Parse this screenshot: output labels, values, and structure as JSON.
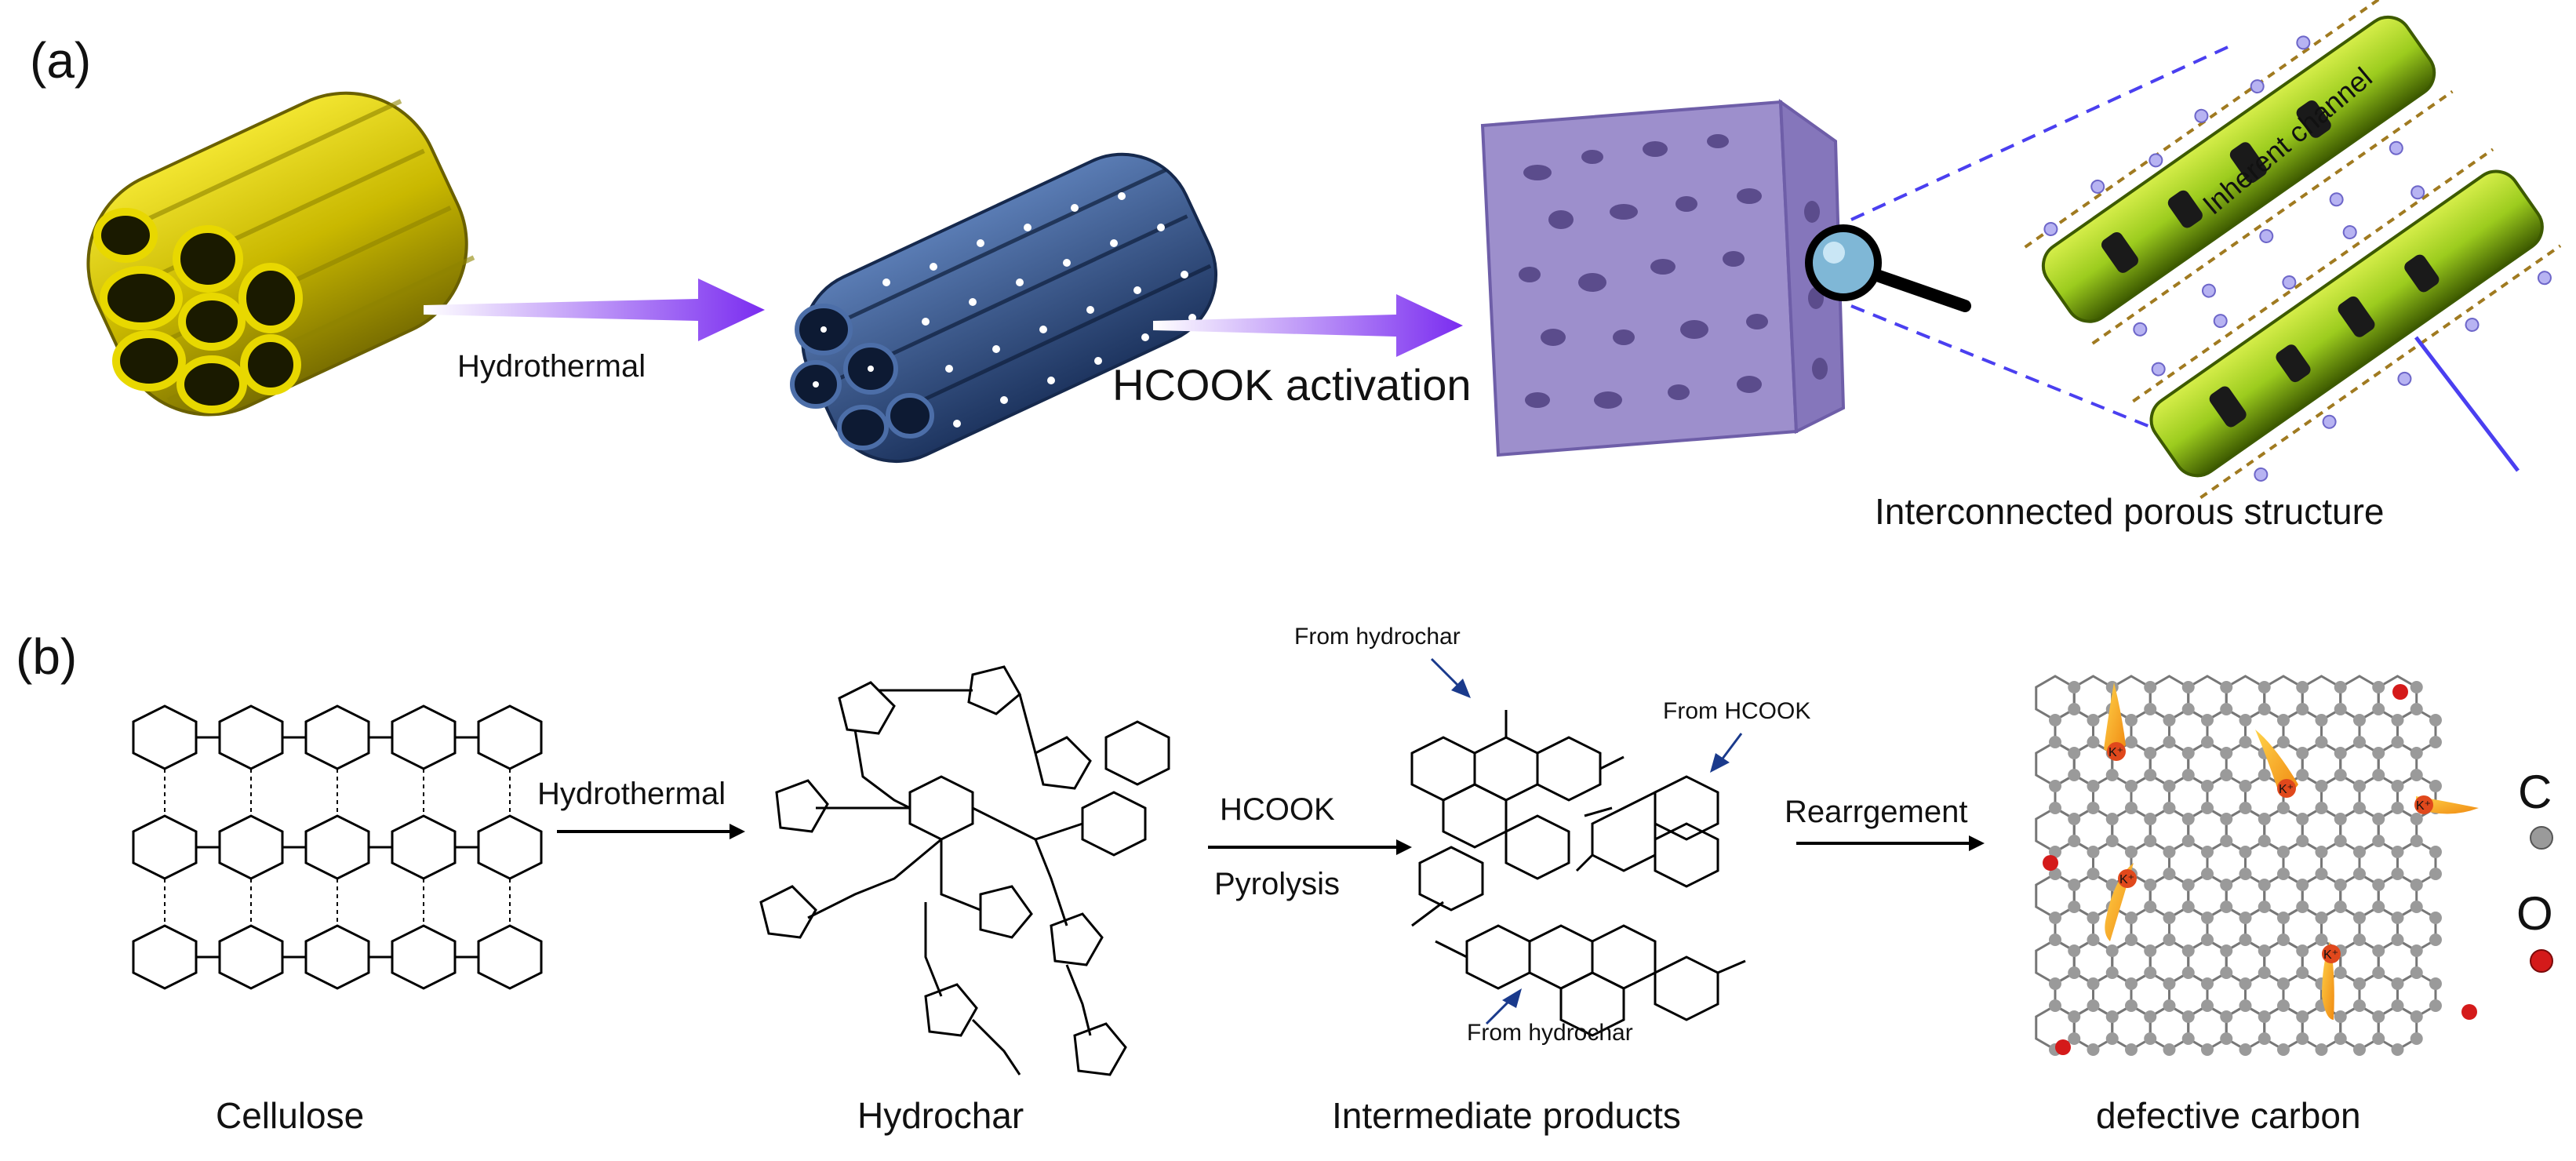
{
  "panel_a": {
    "label": "(a)",
    "step1_label": "Hydrothermal",
    "step2_label": "HCOOK activation",
    "zoom_caption": "Interconnected porous structure",
    "channel_label": "Inherent channel"
  },
  "panel_b": {
    "label": "(b)",
    "stage1": "Cellulose",
    "step1": "Hydrothermal",
    "stage2": "Hydrochar",
    "step2_top": "HCOOK",
    "step2_bottom": "Pyrolysis",
    "stage3": "Intermediate products",
    "annot_top": "From hydrochar",
    "annot_right": "From HCOOK",
    "annot_bottom": "From hydrochar",
    "step3": "Rearrgement",
    "stage4": "defective carbon",
    "legend_c": "C",
    "legend_o": "O",
    "k_label": "K⁺"
  },
  "colors": {
    "fiber": "#d4c400",
    "fiber_dark": "#8a7d00",
    "blue_tube": "#3c5a8c",
    "porous": "#9d8fcc",
    "channel_green": "#9ccc1e",
    "arrow_gradient_start": "#ffffff",
    "arrow_gradient_end": "#7a2cf0",
    "carbon_atom": "#9a9a9a",
    "oxygen_atom": "#d41a1a",
    "potassium_flame": "#f3a21a"
  }
}
